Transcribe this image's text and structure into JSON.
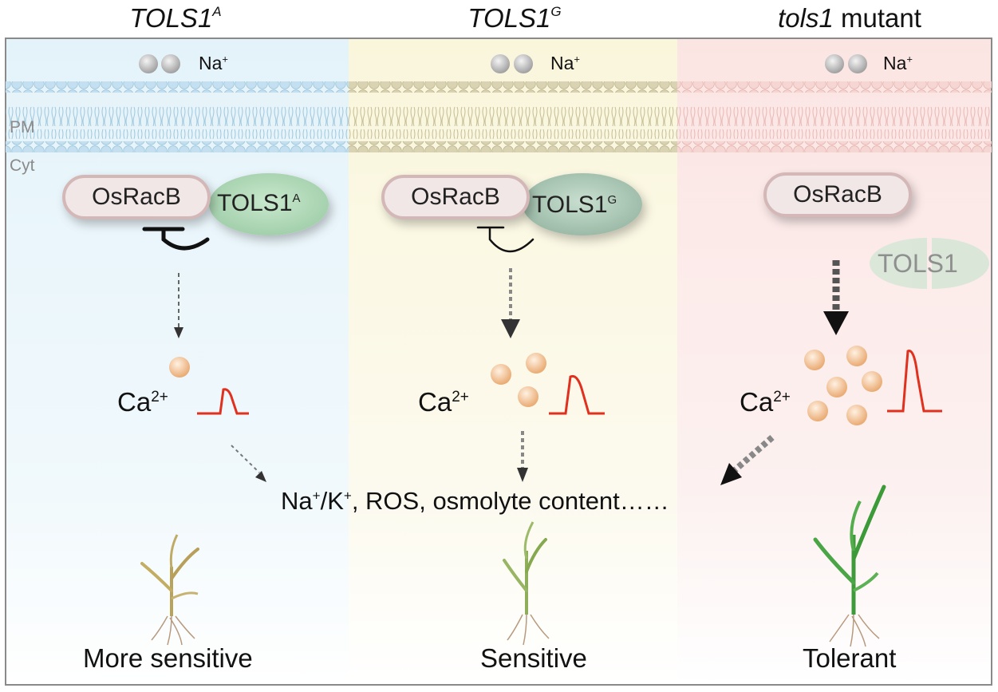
{
  "columns": [
    {
      "title_main": "TOLS1",
      "title_sup": "A",
      "title_suffix": "",
      "complex_label": "TOLS1",
      "complex_sup": "A",
      "outcome": "More sensitive"
    },
    {
      "title_main": "TOLS1",
      "title_sup": "G",
      "title_suffix": "",
      "complex_label": "TOLS1",
      "complex_sup": "G",
      "outcome": "Sensitive"
    },
    {
      "title_main": "tols1",
      "title_sup": "",
      "title_suffix": " mutant",
      "complex_label": "TOLS1",
      "complex_sup": "",
      "outcome": "Tolerant"
    }
  ],
  "ion": {
    "label": "Na",
    "charge": "+"
  },
  "membrane": {
    "pm_label": "PM",
    "cyt_label": "Cyt"
  },
  "protein": {
    "label": "OsRacB"
  },
  "calcium": {
    "label": "Ca",
    "charge": "2+"
  },
  "downstream": {
    "na_k_1": "Na",
    "sup1": "+",
    "slash": "/K",
    "sup2": "+",
    "rest": ", ROS, osmolyte content……"
  },
  "colors": {
    "panel1_bg": "#eaf6fb",
    "panel2_bg": "#fbf8e4",
    "panel3_bg": "#fcecec",
    "calcium_signal": "#e0301e",
    "tols_oval": "#b9dfc0"
  }
}
